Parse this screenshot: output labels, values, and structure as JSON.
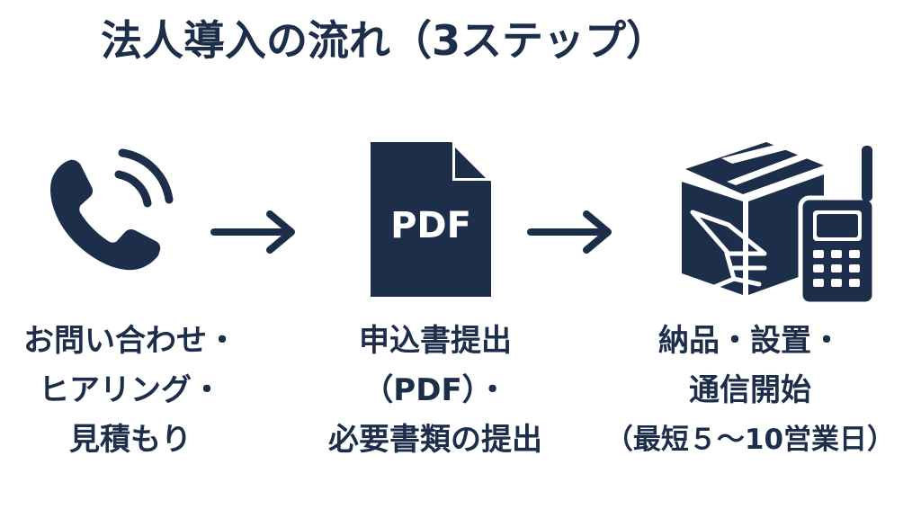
{
  "title": "法人導入の流れ（3ステップ）",
  "colors": {
    "primary": "#1c2e4a",
    "background": "#ffffff"
  },
  "steps": [
    {
      "icon": "phone-icon",
      "lines": [
        "お問い合わせ・",
        "ヒアリング・",
        "見積もり"
      ]
    },
    {
      "icon": "pdf-document-icon",
      "icon_text": "PDF",
      "lines": [
        "申込書提出",
        "（PDF）・",
        "必要書類の提出"
      ]
    },
    {
      "icon": "delivery-box-device-icon",
      "lines": [
        "納品・設置・",
        "通信開始",
        "（最短５〜10営業日）"
      ]
    }
  ],
  "arrows": [
    "arrow-right-icon",
    "arrow-right-icon"
  ]
}
